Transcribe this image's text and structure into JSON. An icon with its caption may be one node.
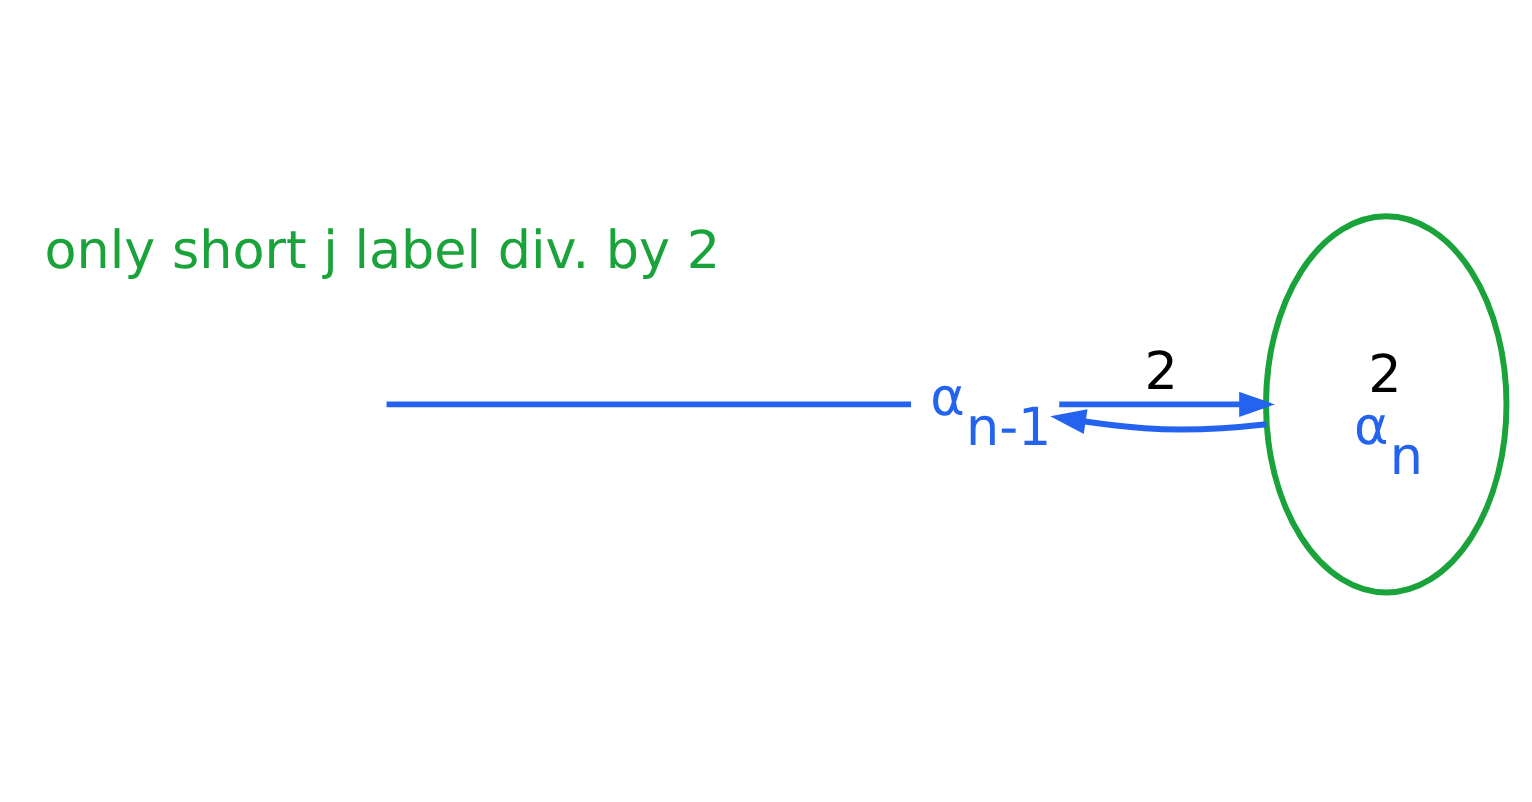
{
  "diagram": {
    "nodes": [
      {
        "text": [
          "2",
          "α$_{n}$"
        ]
      },
      {
        "text": [
          "α$_{n-1}$"
        ]
      }
    ],
    "edges": [
      {
        "from": null,
        "to": 1,
        "arrow": "none"
      },
      {
        "from": 1,
        "to": 0,
        "arrow": "to",
        "label": "2"
      },
      {
        "from": 0,
        "to": 1,
        "arrow": "to"
      }
    ],
    "labels": [
      "only short j label div. by 2"
    ]
  }
}
